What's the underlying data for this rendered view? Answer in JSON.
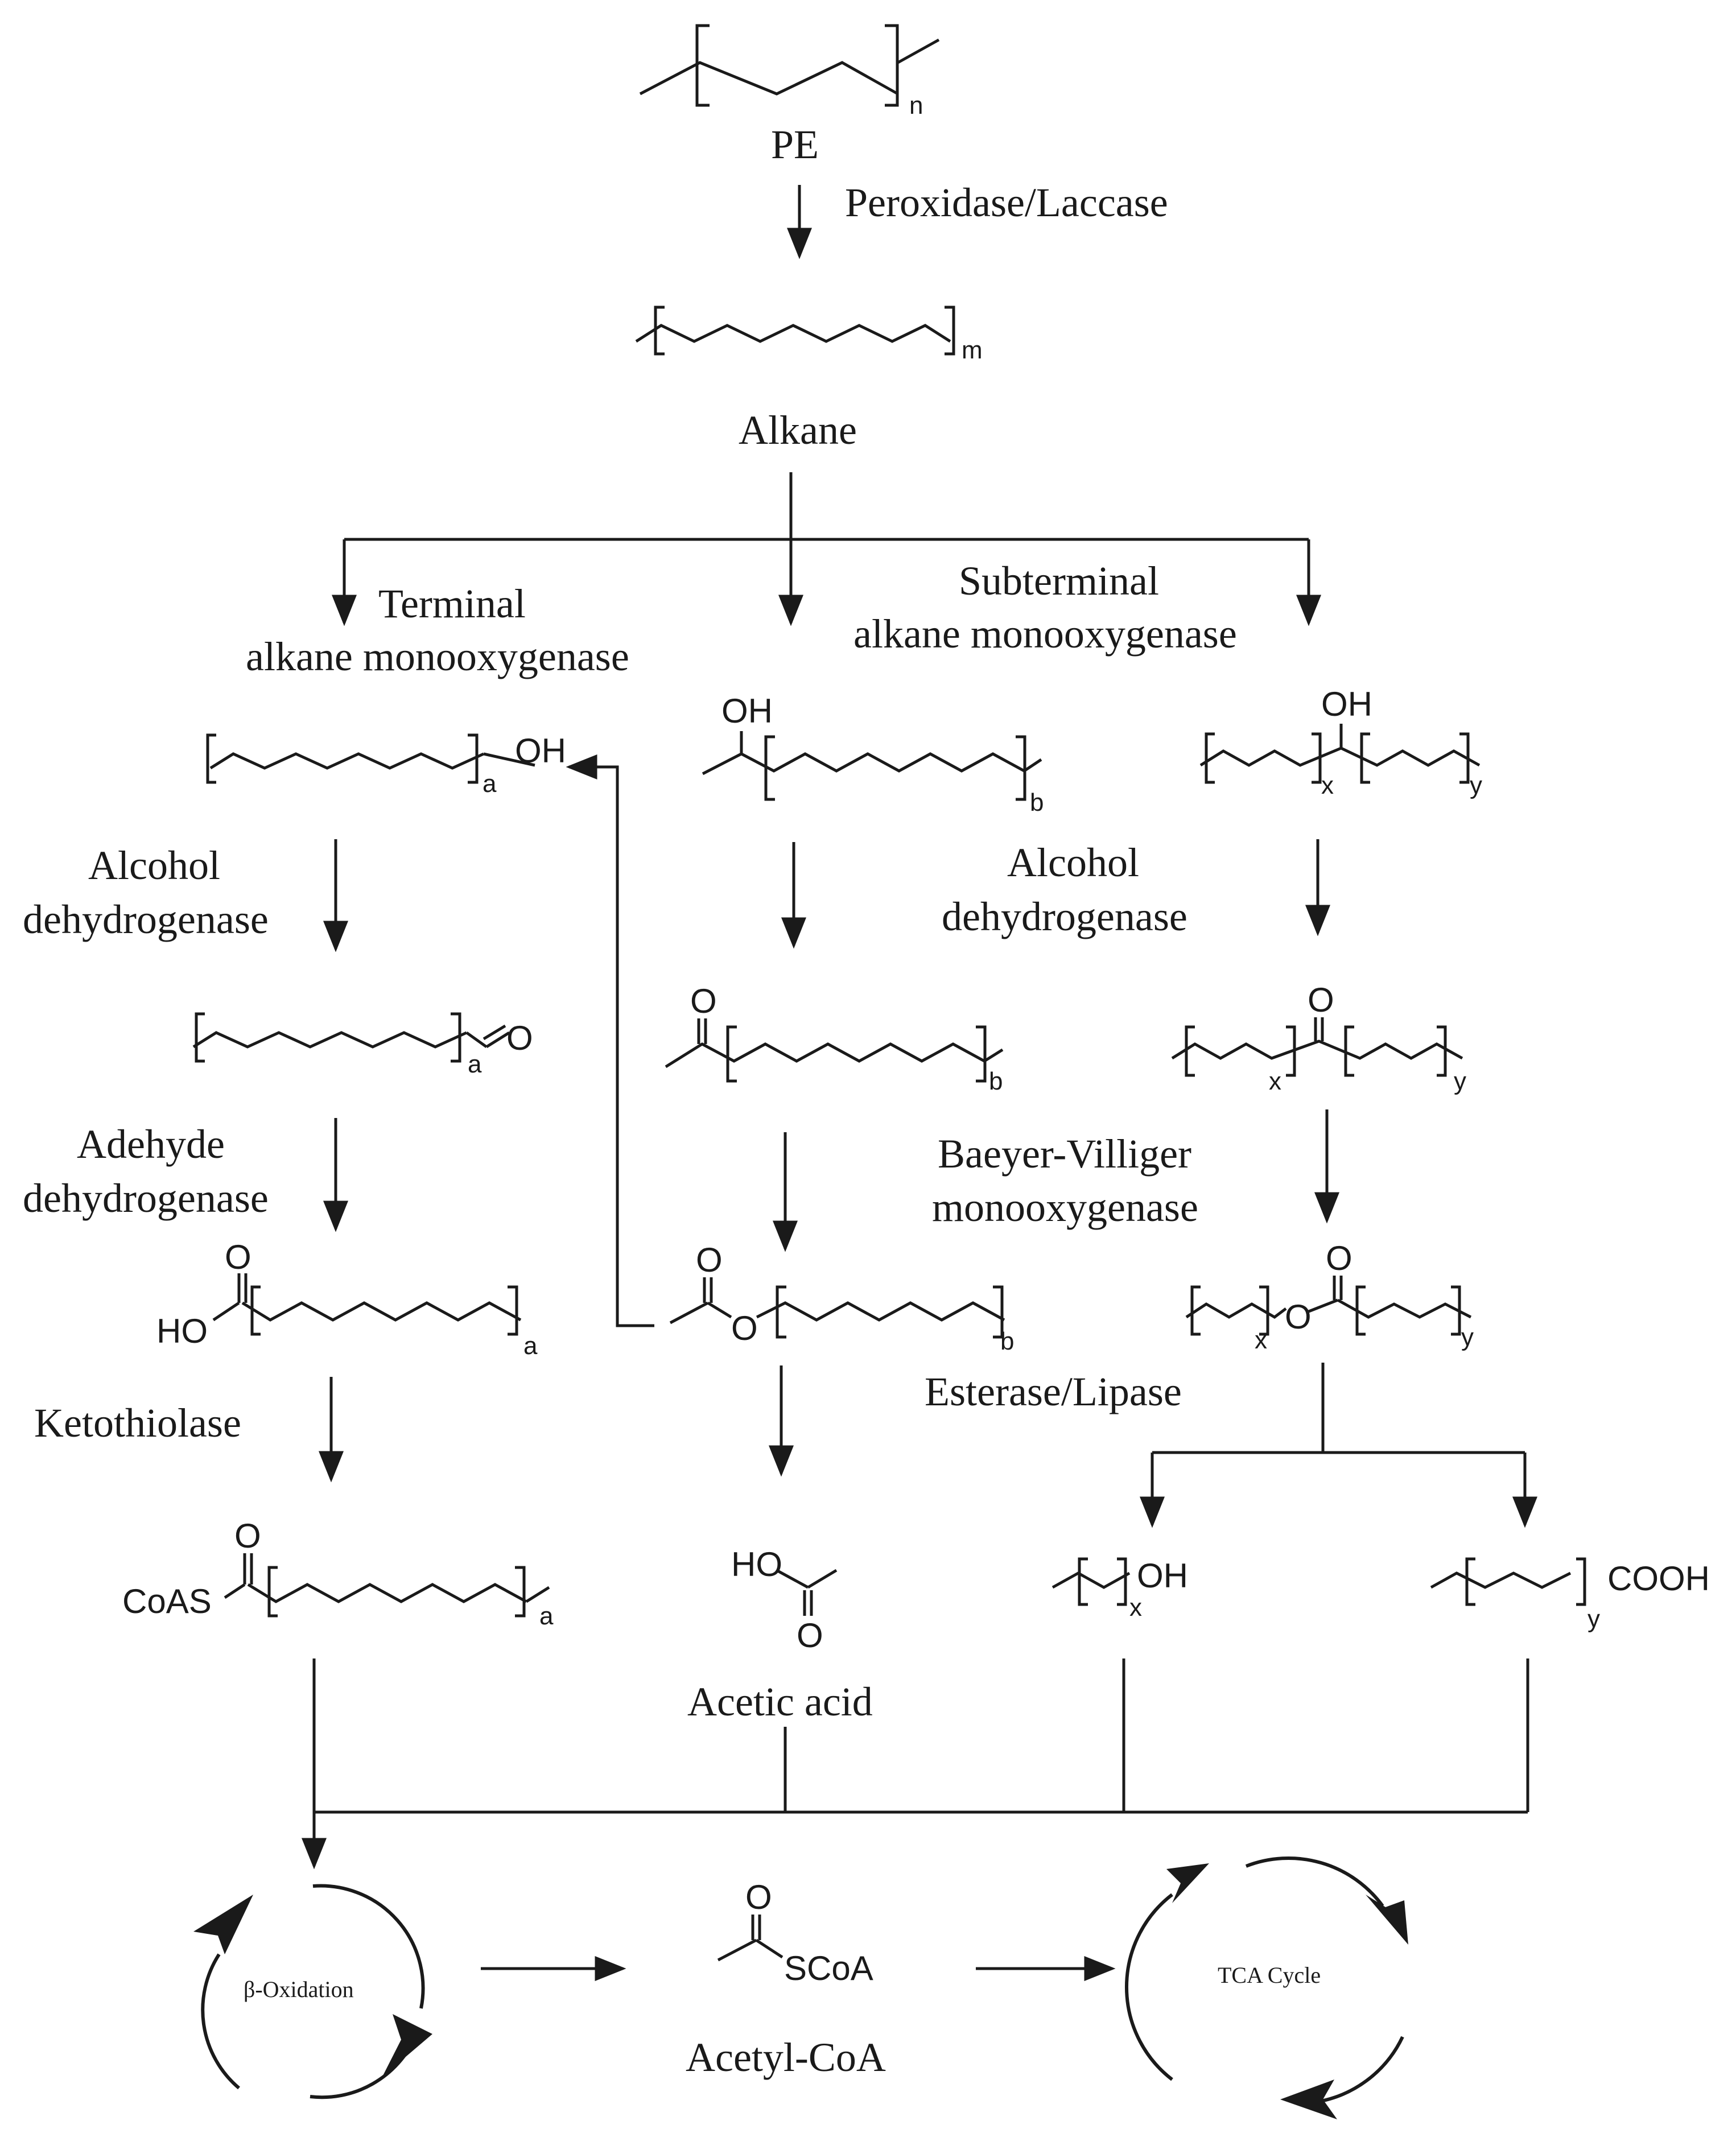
{
  "labels": {
    "pe": "PE",
    "peroxidase": "Peroxidase/Laccase",
    "alkane": "Alkane",
    "terminal_1": "Terminal",
    "terminal_2": "alkane monooxygenase",
    "subterminal_1": "Subterminal",
    "subterminal_2": "alkane monooxygenase",
    "alcohol_dh_left_1": "Alcohol",
    "alcohol_dh_left_2": "dehydrogenase",
    "alcohol_dh_right_1": "Alcohol",
    "alcohol_dh_right_2": "dehydrogenase",
    "aldehyde_dh_1": "Adehyde",
    "aldehyde_dh_2": "dehydrogenase",
    "bv_1": "Baeyer-Villiger",
    "bv_2": "monooxygenase",
    "esterase": "Esterase/Lipase",
    "ketothiolase": "Ketothiolase",
    "acetic_acid": "Acetic acid",
    "acetyl_coa": "Acetyl-CoA",
    "beta_oxidation": "β-Oxidation",
    "tca_cycle": "TCA Cycle"
  },
  "atoms": {
    "n": "n",
    "m": "m",
    "a": "a",
    "b": "b",
    "x": "x",
    "y": "y",
    "oh": "OH",
    "o": "O",
    "ho": "HO",
    "coas": "CoAS",
    "scoa": "SCoA",
    "cooh": "COOH"
  }
}
